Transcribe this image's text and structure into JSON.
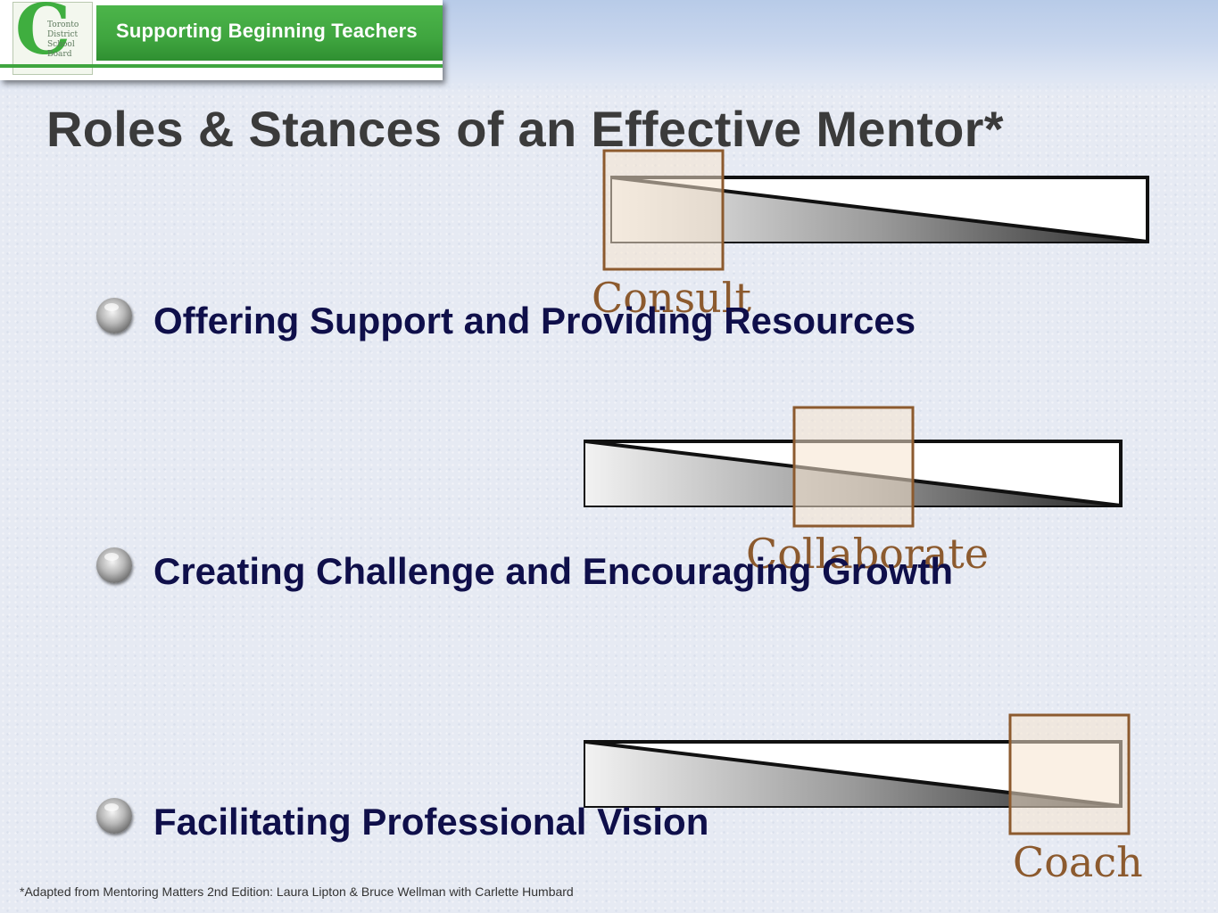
{
  "header": {
    "banner_text": "Supporting Beginning Teachers",
    "logo_text": [
      "Toronto",
      "District",
      "School",
      "Board"
    ]
  },
  "title": "Roles & Stances of an Effective Mentor*",
  "items": [
    {
      "text": "Offering Support and Providing Resources",
      "stance": "Consult"
    },
    {
      "text": "Creating Challenge and Encouraging Growth",
      "stance": "Collaborate"
    },
    {
      "text": "Facilitating Professional Vision",
      "stance": "Coach"
    }
  ],
  "footnote": "*Adapted from Mentoring Matters 2nd Edition: Laura Lipton & Bruce Wellman with Carlette Humbard",
  "colors": {
    "title": "#3b3b3b",
    "item_text": "#0f0f4a",
    "stance_label": "#8c5a2e",
    "banner_green": "#3fa53f"
  }
}
